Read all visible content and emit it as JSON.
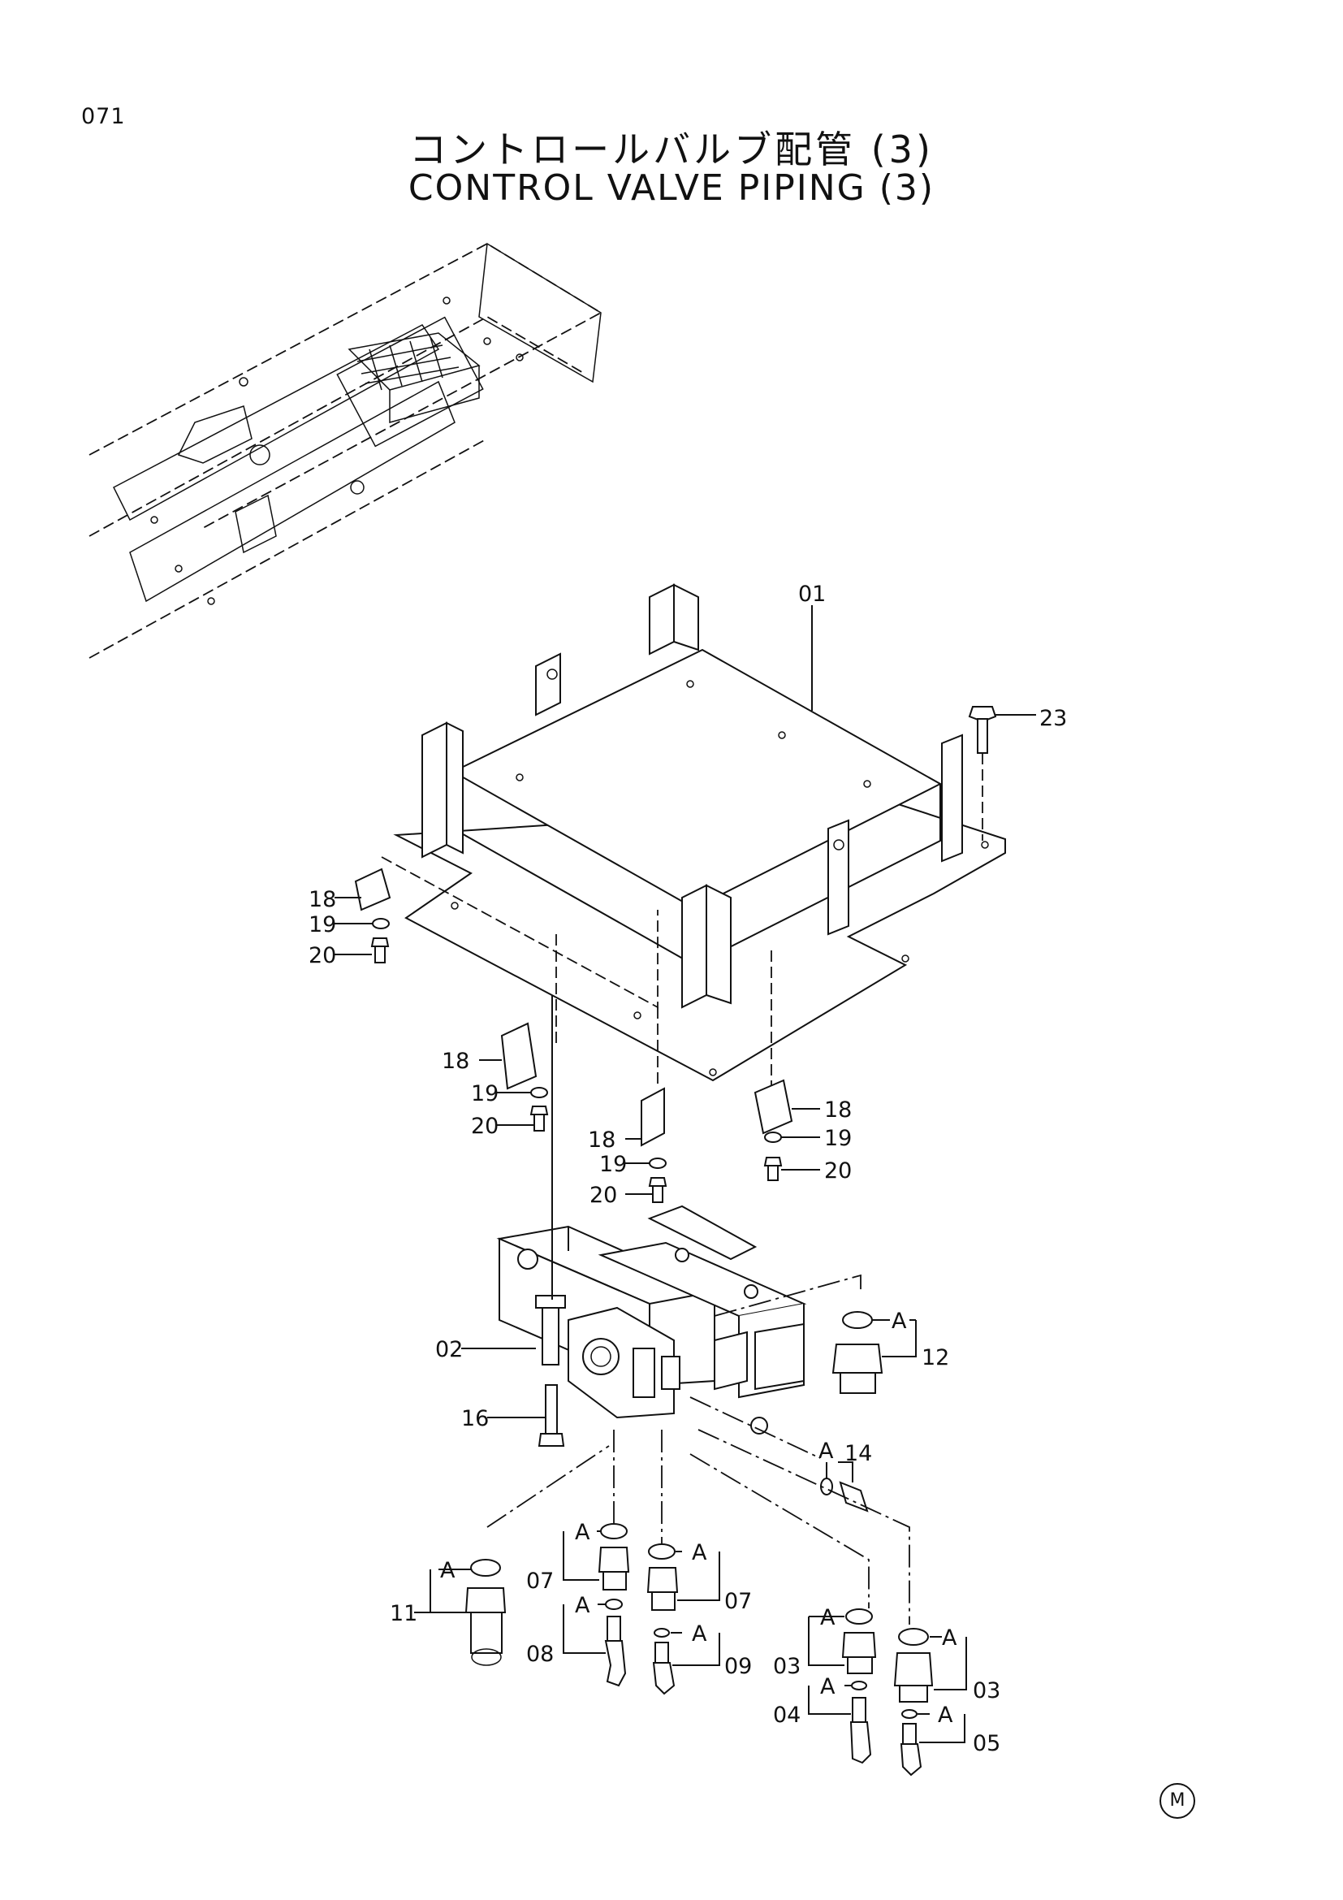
{
  "page_number": "071",
  "title_jp": "コントロールバルブ配管 (3)",
  "title_en": "CONTROL VALVE PIPING (3)",
  "ref_letter": "A",
  "footer_mark": "M",
  "callouts": {
    "c01": "01",
    "c23": "23",
    "c18a": "18",
    "c19a": "19",
    "c20a": "20",
    "c18b": "18",
    "c19b": "19",
    "c20b": "20",
    "c18c": "18",
    "c19c": "19",
    "c20c": "20",
    "c18d": "18",
    "c19d": "19",
    "c20d": "20",
    "c02": "02",
    "c16": "16",
    "c12": "12",
    "c14": "14",
    "c11": "11",
    "c07a": "07",
    "c07b": "07",
    "c08": "08",
    "c09": "09",
    "c03a": "03",
    "c03b": "03",
    "c04": "04",
    "c05": "05"
  }
}
